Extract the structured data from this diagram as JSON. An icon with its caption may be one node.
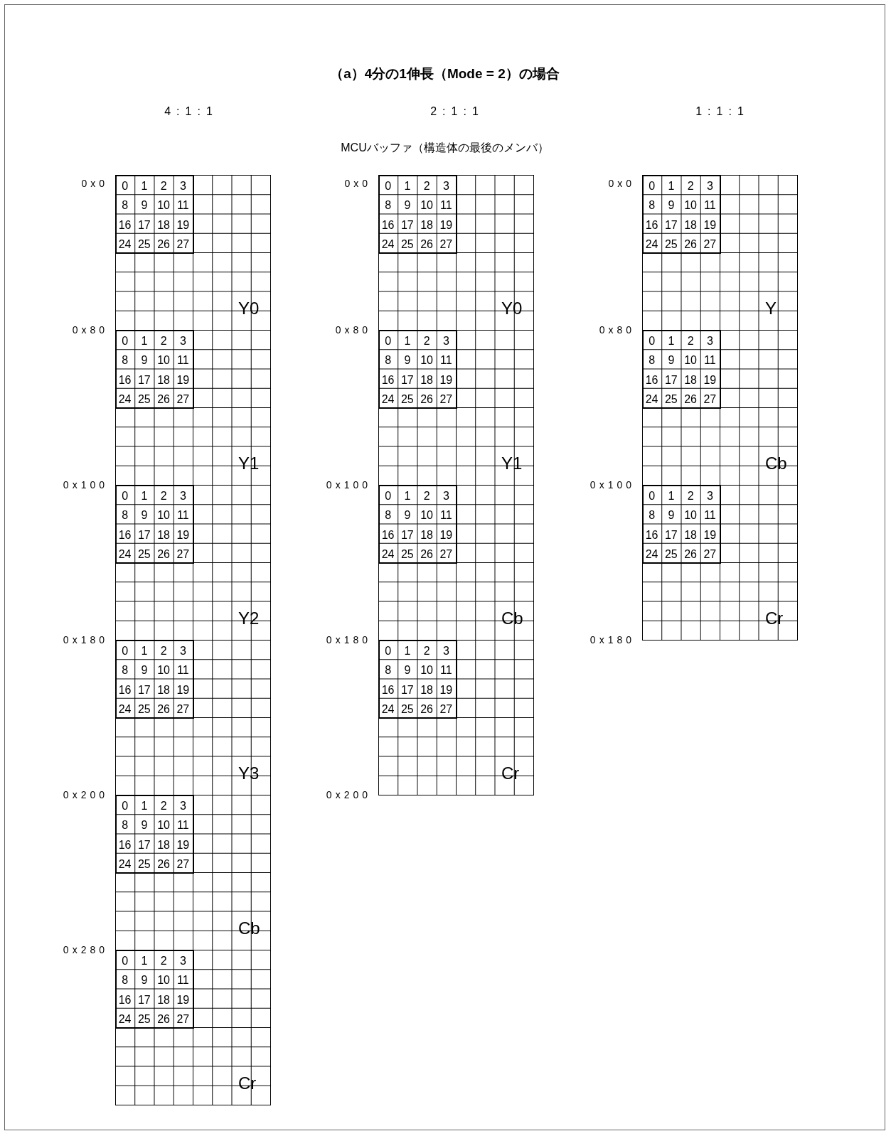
{
  "diagram": {
    "title": "（a）4分の1伸長（Mode = 2）の場合",
    "nodes": [
      {
        "text": [
          "Y0"
        ]
      },
      {
        "text": [
          "0",
          "1",
          "2",
          "3",
          "8",
          "9",
          "10",
          "11",
          "16",
          "17",
          "18",
          "19",
          "24",
          "25",
          "26",
          "27"
        ],
        "in": 0
      },
      {
        "text": [
          "Y1"
        ]
      },
      {
        "text": [
          "0",
          "1",
          "2",
          "3",
          "8",
          "9",
          "10",
          "11",
          "16",
          "17",
          "18",
          "19",
          "24",
          "25",
          "26",
          "27"
        ],
        "in": 2
      },
      {
        "text": [
          "Y2"
        ]
      },
      {
        "text": [
          "0",
          "1",
          "2",
          "3",
          "8",
          "9",
          "10",
          "11",
          "16",
          "17",
          "18",
          "19",
          "24",
          "25",
          "26",
          "27"
        ],
        "in": 4
      },
      {
        "text": [
          "Y3"
        ]
      },
      {
        "text": [
          "0",
          "1",
          "2",
          "3",
          "8",
          "9",
          "10",
          "11",
          "16",
          "17",
          "18",
          "19",
          "24",
          "25",
          "26",
          "27"
        ],
        "in": 6
      },
      {
        "text": [
          "Cb"
        ]
      },
      {
        "text": [
          "0",
          "1",
          "2",
          "3",
          "8",
          "9",
          "10",
          "11",
          "16",
          "17",
          "18",
          "19",
          "24",
          "25",
          "26",
          "27"
        ],
        "in": 8
      },
      {
        "text": [
          "Cr"
        ]
      },
      {
        "text": [
          "0",
          "1",
          "2",
          "3",
          "8",
          "9",
          "10",
          "11",
          "16",
          "17",
          "18",
          "19",
          "24",
          "25",
          "26",
          "27"
        ],
        "in": 10
      },
      {
        "text": [
          "Y0"
        ]
      },
      {
        "text": [
          "0",
          "1",
          "2",
          "3",
          "8",
          "9",
          "10",
          "11",
          "16",
          "17",
          "18",
          "19",
          "24",
          "25",
          "26",
          "27"
        ],
        "in": 12
      },
      {
        "text": [
          "Y1"
        ]
      },
      {
        "text": [
          "0",
          "1",
          "2",
          "3",
          "8",
          "9",
          "10",
          "11",
          "16",
          "17",
          "18",
          "19",
          "24",
          "25",
          "26",
          "27"
        ],
        "in": 14
      },
      {
        "text": [
          "Cb"
        ]
      },
      {
        "text": [
          "0",
          "1",
          "2",
          "3",
          "8",
          "9",
          "10",
          "11",
          "16",
          "17",
          "18",
          "19",
          "24",
          "25",
          "26",
          "27"
        ],
        "in": 16
      },
      {
        "text": [
          "Cr"
        ]
      },
      {
        "text": [
          "0",
          "1",
          "2",
          "3",
          "8",
          "9",
          "10",
          "11",
          "16",
          "17",
          "18",
          "19",
          "24",
          "25",
          "26",
          "27"
        ],
        "in": 18
      },
      {
        "text": [
          "Y"
        ]
      },
      {
        "text": [
          "0",
          "1",
          "2",
          "3",
          "8",
          "9",
          "10",
          "11",
          "16",
          "17",
          "18",
          "19",
          "24",
          "25",
          "26",
          "27"
        ],
        "in": 20
      },
      {
        "text": [
          "Cb"
        ]
      },
      {
        "text": [
          "0",
          "1",
          "2",
          "3",
          "8",
          "9",
          "10",
          "11",
          "16",
          "17",
          "18",
          "19",
          "24",
          "25",
          "26",
          "27"
        ],
        "in": 22
      },
      {
        "text": [
          "Cr"
        ]
      },
      {
        "text": [
          "0",
          "1",
          "2",
          "3",
          "8",
          "9",
          "10",
          "11",
          "16",
          "17",
          "18",
          "19",
          "24",
          "25",
          "26",
          "27"
        ],
        "in": 24
      }
    ],
    "labels": [
      "4:1:1",
      "2:1:1",
      "1:1:1",
      "MCUバッファ（構造体の最後のメンバ）",
      "0x0",
      "0x80",
      "0x100",
      "0x180",
      "0x200",
      "0x280",
      "0x0",
      "0x80",
      "0x100",
      "0x180",
      "0x200",
      "0x0",
      "0x80",
      "0x100",
      "0x180"
    ]
  }
}
